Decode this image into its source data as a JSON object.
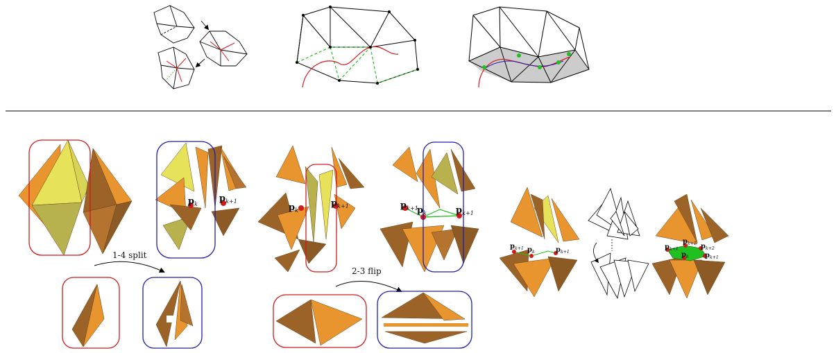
{
  "labels": {
    "split": "1-4 split",
    "flip": "2-3 flip"
  },
  "point_symbol": "p",
  "subscripts": {
    "k": "k",
    "k1": "k+1",
    "k2": "k+2"
  },
  "colors": {
    "tet_orange": "#e8952f",
    "tet_dark": "#9c6328",
    "tet_yellow": "#e6e35a",
    "tet_olive": "#b8b24e",
    "highlight_red": "#d11a1a",
    "highlight_blue": "#1d1db0",
    "path_green": "#21c021",
    "curve_red": "#d61a1a",
    "strip_gray": "#cccccc"
  }
}
